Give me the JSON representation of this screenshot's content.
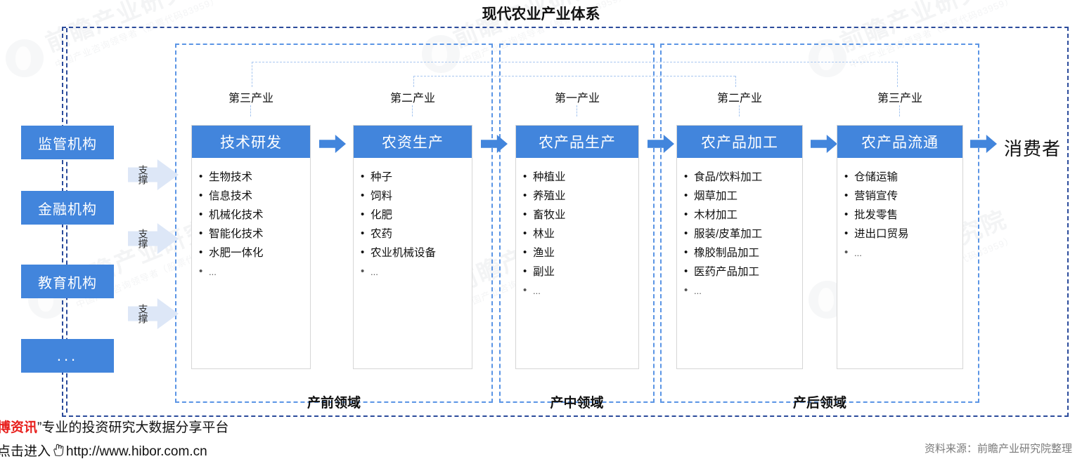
{
  "title": "现代农业产业体系",
  "sidebar": {
    "items": [
      {
        "label": "监管机构"
      },
      {
        "label": "金融机构"
      },
      {
        "label": "教育机构"
      },
      {
        "label": "..."
      }
    ],
    "support_arrows": [
      {
        "label": "支撑"
      },
      {
        "label": "支撑"
      },
      {
        "label": "支撑"
      }
    ]
  },
  "chain": {
    "columns": [
      {
        "sublabel": "第三产业",
        "header": "技术研发",
        "items": [
          "生物技术",
          "信息技术",
          "机械化技术",
          "智能化技术",
          "水肥一体化",
          "..."
        ]
      },
      {
        "sublabel": "第二产业",
        "header": "农资生产",
        "items": [
          "种子",
          "饲料",
          "化肥",
          "农药",
          "农业机械设备",
          "..."
        ]
      },
      {
        "sublabel": "第一产业",
        "header": "农产品生产",
        "items": [
          "种植业",
          "养殖业",
          "畜牧业",
          "林业",
          "渔业",
          "副业",
          "..."
        ]
      },
      {
        "sublabel": "第二产业",
        "header": "农产品加工",
        "items": [
          "食品/饮料加工",
          "烟草加工",
          "木材加工",
          "服装/皮革加工",
          "橡胶制品加工",
          "医药产品加工",
          "..."
        ]
      },
      {
        "sublabel": "第三产业",
        "header": "农产品流通",
        "items": [
          "仓储运输",
          "营销宣传",
          "批发零售",
          "进出口贸易",
          "..."
        ]
      }
    ],
    "consumer": "消费者"
  },
  "groups": [
    {
      "label": "产前领域"
    },
    {
      "label": "产中领域"
    },
    {
      "label": "产后领域"
    }
  ],
  "footer": {
    "brand": "博资讯",
    "quote_mark": "”",
    "tagline": "专业的投资研究大数据分享平台",
    "enter_label": "点击进入",
    "url": "http://www.hibor.com.cn",
    "source": "资料来源：前瞻产业研究院整理"
  },
  "watermarks": {
    "main": "前瞻产业研究院",
    "sub": "中国产业咨询领导者（股票代码83959）"
  },
  "colors": {
    "brand_blue": "#4285dc",
    "outer_dash": "#2b4b9b",
    "inner_dash": "#5b95e5",
    "connector_dash": "#a8c7f0",
    "support_fill": "#dde7f7",
    "brand_red": "#e8201d"
  }
}
